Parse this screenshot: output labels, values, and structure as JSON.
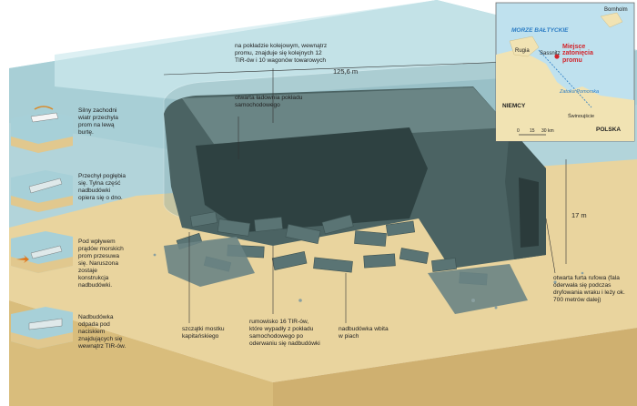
{
  "colors": {
    "water": "#a9d2d9",
    "seabed": "#e8d29a",
    "wreck": "#4c6262",
    "map_sea": "#bfe1ee",
    "accent_red": "#d2232a",
    "ferry_blue": "#2b7cc4"
  },
  "callouts": {
    "top_deck": "na pokładzie kolejowym, wewnątrz promu, znajduje się kolejnych 12 TIR-ów i 10 wagonów towarowych",
    "open_hatch": "otwarta ładownia pokładu samochodowego",
    "bridge_debris": "szczątki mostku kapitańskiego",
    "trucks": "rumowisko 16 TIR-ów, które wypadły z pokładu samochodowego po oderwaniu się nadbudówki",
    "superstructure": "nadbudówka wbita w piach",
    "stern_gate": "otwarta furta rufowa (fala oderwała się podczas dryfowania wraku i leży ok. 700 metrów dalej)"
  },
  "dimensions": {
    "length": "125,6 m",
    "height": "17 m"
  },
  "steps": [
    {
      "text": "Silny zachodni wiatr przechyla prom na lewą burtę."
    },
    {
      "text": "Przechył pogłębia się. Tylna część nadbudówki opiera się o dno."
    },
    {
      "text": "Pod wpływem prądów morskich prom przesuwa się. Naruszona zostaje konstrukcja nadbudówki."
    },
    {
      "text": "Nadbudówka odpada pod naciskiem znajdujących się wewnątrz TIR-ów."
    }
  ],
  "map": {
    "sea_label": "MORZE BAŁTYCKIE",
    "place_bornholm": "Bornholm",
    "place_rugia": "Rugia",
    "place_sassnitz": "Sassnitz",
    "site_label_1": "Miejsce",
    "site_label_2": "zatonięcia",
    "site_label_3": "promu",
    "bay_label": "Zatoka Pomorska",
    "country_de": "NIEMCY",
    "country_pl": "POLSKA",
    "city_swinoujscie": "Świnoujście",
    "scale_0": "0",
    "scale_15": "15",
    "scale_30": "30 km"
  }
}
